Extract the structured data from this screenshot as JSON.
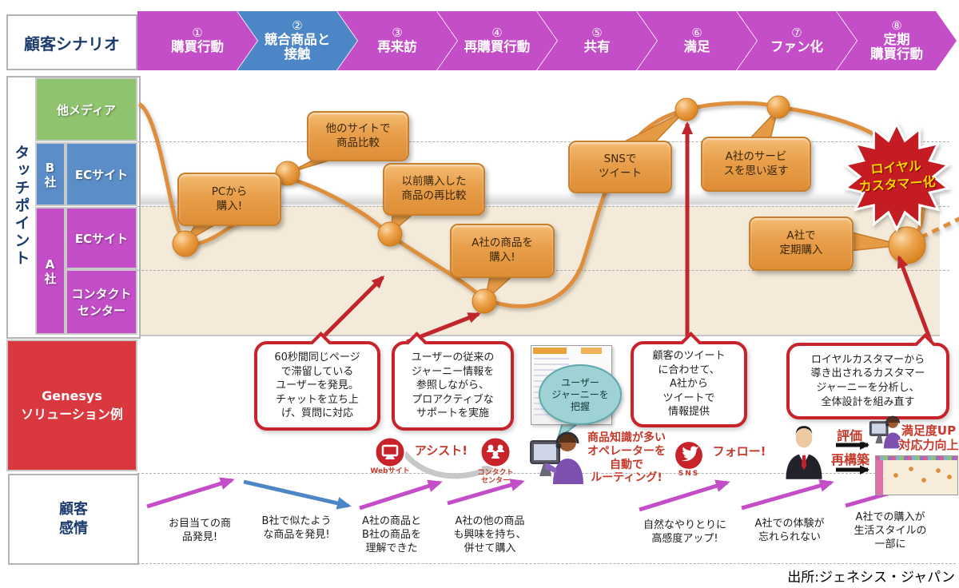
{
  "scenario": {
    "label": "顧客シナリオ",
    "steps": [
      {
        "num": "①",
        "label": "購買行動"
      },
      {
        "num": "②",
        "label": "競合商品と\n接触"
      },
      {
        "num": "③",
        "label": "再来訪"
      },
      {
        "num": "④",
        "label": "再購買行動"
      },
      {
        "num": "⑤",
        "label": "共有"
      },
      {
        "num": "⑥",
        "label": "満足"
      },
      {
        "num": "⑦",
        "label": "ファン化"
      },
      {
        "num": "⑧",
        "label": "定期\n購買行動"
      }
    ]
  },
  "touchpoints": {
    "label": "タッチポイント",
    "other_media": "他メディア",
    "company_b": "B社",
    "company_b_ec": "ECサイト",
    "company_a": "A社",
    "company_a_ec": "ECサイト",
    "company_a_contact": "コンタクト\nセンター"
  },
  "journey": {
    "bubbles": [
      {
        "text": "PCから\n購入!"
      },
      {
        "text": "他のサイトで\n商品比較"
      },
      {
        "text": "以前購入した\n商品の再比較"
      },
      {
        "text": "A社の商品を\n購入!"
      },
      {
        "text": "SNSで\nツイート"
      },
      {
        "text": "A社のサービ\nスを思い返す"
      },
      {
        "text": "A社で\n定期購入"
      }
    ],
    "loyal_badge": "ロイヤル\nカスタマー化"
  },
  "genesys": {
    "label": "Genesys\nソリューション例",
    "callouts": [
      {
        "text": "60秒間同じページ\nで滞留している\nユーザーを発見。\nチャットを立ち上\nげ、質問に対応"
      },
      {
        "text": "ユーザーの従来の\nジャーニー情報を\n参照しながら、\nプロアクティブな\nサポートを実施"
      },
      {
        "text": "顧客のツイート\nに合わせて、\nA社から\nツイートで\n情報提供"
      },
      {
        "text": "ロイヤルカスタマーから\n導き出されるカスタマー\nジャーニーを分析し、\n全体設計を組み直す"
      }
    ],
    "user_journey_bubble": "ユーザー\nジャーニーを\n把握",
    "assist": "アシスト!",
    "routing": "商品知識が多い\nオペレーターを\n自動で\nルーティング!",
    "follow": "フォロー!",
    "evaluate": "評価",
    "rebuild": "再構築",
    "satisfaction": "満足度UP\n対応力向上",
    "icon_labels": {
      "web": "Webサイト",
      "contact": "コンタクト\nセンター",
      "sns": "SNS"
    }
  },
  "emotion": {
    "label": "顧客\n感情",
    "items": [
      {
        "text": "お目当ての商\n品発見!"
      },
      {
        "text": "B社で似たよう\nな商品を発見!"
      },
      {
        "text": "A社の商品と\nB社の商品を\n理解できた"
      },
      {
        "text": "A社の他の商品\nも興味を持ち、\n併せて購入"
      },
      {
        "text": "自然なやりとりに\n高感度アップ!"
      },
      {
        "text": "A社での体験が\n忘れられない"
      },
      {
        "text": "A社での購入が\n生活スタイルの\n一部に"
      }
    ]
  },
  "footer": {
    "source": "出所:ジェネシス・ジャパン"
  },
  "colors": {
    "magenta": "#c44dc8",
    "blue": "#4d86c6",
    "green": "#8fc36d",
    "orange": "#dd8f3c",
    "red_accent": "#c8232b",
    "beige": "#f4ead9",
    "navy": "#1c3c6e",
    "teal": "#9ed2d4",
    "star_red": "#c41a20",
    "star_text": "#ffd400"
  }
}
